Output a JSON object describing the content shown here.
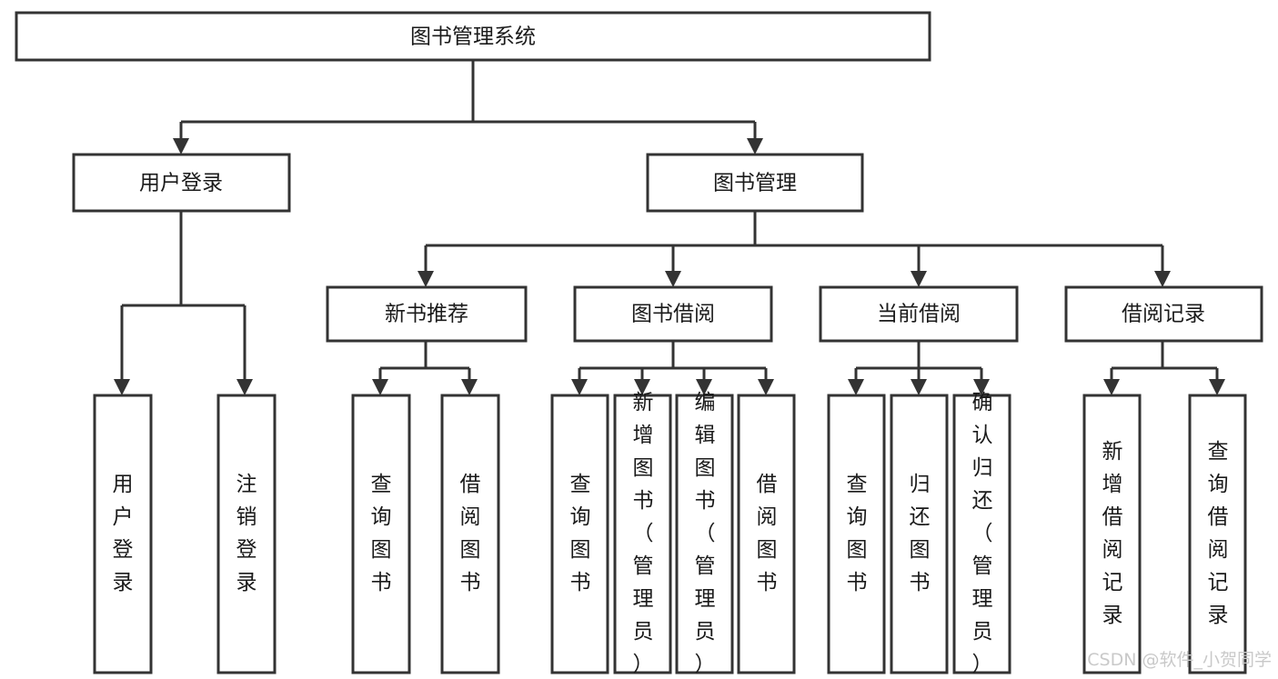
{
  "diagram": {
    "title": "图书管理系统",
    "type": "tree-hierarchy-chart",
    "watermark": "CSDN @软件_小贺同学",
    "colors": {
      "box_fill": "#ffffff",
      "box_stroke": "#333333",
      "text": "#1a1a1a",
      "watermark": "#c9c9c9",
      "background": "#ffffff"
    },
    "root": {
      "label": "图书管理系统"
    },
    "level2": [
      {
        "label": "用户登录"
      },
      {
        "label": "图书管理"
      }
    ],
    "level3": [
      {
        "label": "新书推荐"
      },
      {
        "label": "图书借阅"
      },
      {
        "label": "当前借阅"
      },
      {
        "label": "借阅记录"
      }
    ],
    "leaves": {
      "user_login": [
        {
          "label": "用户登录"
        },
        {
          "label": "注销登录"
        }
      ],
      "new_book": [
        {
          "label": "查询图书"
        },
        {
          "label": "借阅图书"
        }
      ],
      "book_borrow": [
        {
          "label": "查询图书"
        },
        {
          "label": "新增图书（管理员）"
        },
        {
          "label": "编辑图书（管理员）"
        },
        {
          "label": "借阅图书"
        }
      ],
      "current_borrow": [
        {
          "label": "查询图书"
        },
        {
          "label": "归还图书"
        },
        {
          "label": "确认归还（管理员）"
        }
      ],
      "borrow_record": [
        {
          "label": "新增借阅记录"
        },
        {
          "label": "查询借阅记录"
        }
      ]
    }
  }
}
